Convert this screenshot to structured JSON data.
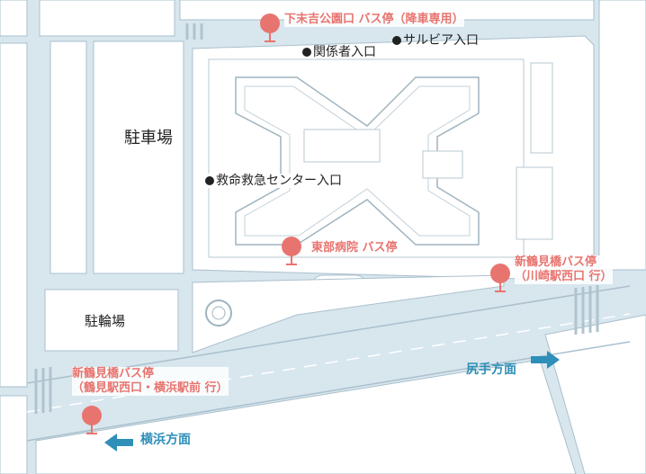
{
  "map": {
    "colors": {
      "road": "#d8e6ee",
      "block": "#ffffff",
      "line": "#aac0cc",
      "pin": "#e8746f",
      "direction": "#2e8fb8",
      "text": "#222222"
    },
    "bus_stops": [
      {
        "id": "shimosueyoshi",
        "label": "下末吉公園口 バス停（降車専用）"
      },
      {
        "id": "tobu-byoin",
        "label": "東部病院 バス停"
      },
      {
        "id": "shintsurumi-kawasaki",
        "line1": "新鶴見橋バス停",
        "line2": "（川崎駅西口 行）"
      },
      {
        "id": "shintsurumi-yokohama",
        "line1": "新鶴見橋バス停",
        "line2": "（鶴見駅西口・横浜駅前 行）"
      }
    ],
    "entrances": {
      "staff": "関係者入口",
      "salvia": "サルビア入口",
      "emergency": "救命救急センター入口"
    },
    "areas": {
      "parking": "駐車場",
      "bicycle_parking": "駐輪場"
    },
    "directions": {
      "shirote": "尻手方面",
      "yokohama": "横浜方面"
    }
  }
}
